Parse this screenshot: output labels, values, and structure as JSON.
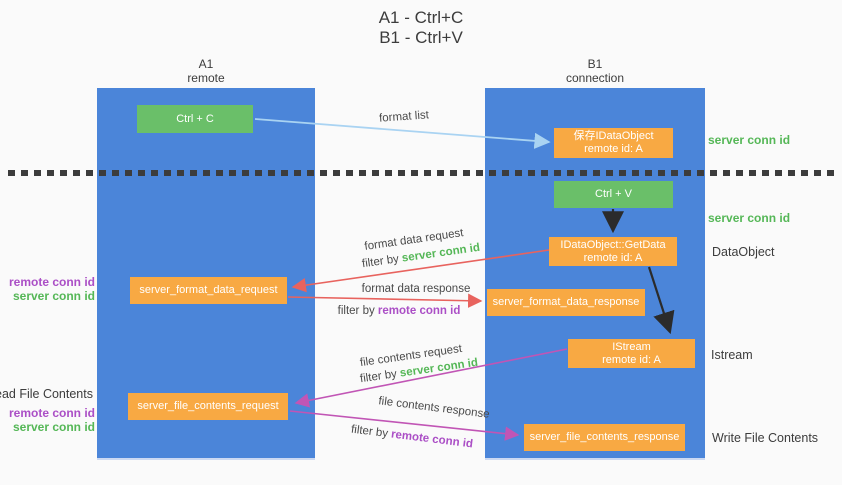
{
  "colors": {
    "bg": "#fafafa",
    "ink": "#3c3c3c",
    "lane_blue": "#4b85d9",
    "green_box": "#6abf69",
    "orange_box": "#f8a943",
    "green_text": "#55b757",
    "purple_text": "#ab4fc6",
    "red_arrow": "#e8635e",
    "magenta_arrow": "#c155b5",
    "blue_arrow": "#a9d3f2",
    "black_arrow": "#2b2b2b"
  },
  "title": {
    "line1": "A1 - Ctrl+C",
    "line2": "B1 - Ctrl+V"
  },
  "lanes": {
    "a1": {
      "name": "A1",
      "role": "remote"
    },
    "b1": {
      "name": "B1",
      "role": "connection"
    }
  },
  "nodes": {
    "ctrl_c": "Ctrl + C",
    "ctrl_v": "Ctrl + V",
    "store": {
      "line1": "保存IDataObject",
      "line2": "remote id: A"
    },
    "getdata": {
      "line1": "IDataObject::GetData",
      "line2": "remote id: A"
    },
    "istream": {
      "line1": "IStream",
      "line2": "remote id: A"
    },
    "format_request": "server_format_data_request",
    "format_response": "server_format_data_response",
    "file_request": "server_file_contents_request",
    "file_response": "server_file_contents_response"
  },
  "flow_labels": {
    "format_list": "format list",
    "format_data_request": "format data request",
    "format_data_response": "format data response",
    "file_contents_request": "file contents request",
    "file_contents_response": "file contents response",
    "filter_by": "filter by ",
    "server_conn_id": "server conn id",
    "remote_conn_id": "remote conn id"
  },
  "side_labels": {
    "server_conn_id": "server conn id",
    "remote_conn_id": "remote conn id",
    "dataobject": "DataObject",
    "istream": "Istream",
    "read_file_contents": "Read File Contents",
    "write_file_contents": "Write File Contents"
  }
}
